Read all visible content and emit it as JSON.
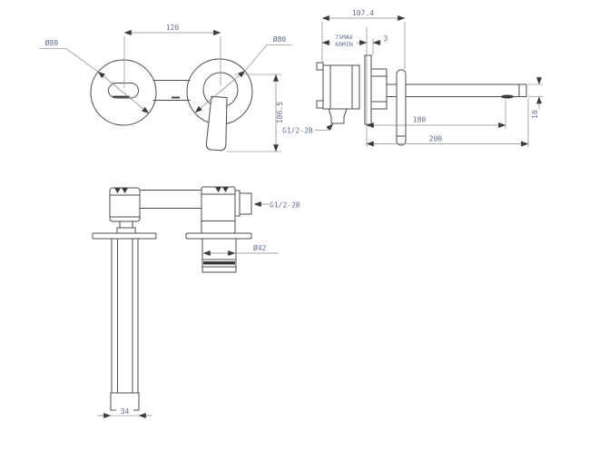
{
  "drawing": {
    "title": "wall-mounted basin mixer technical drawing",
    "labels": {
      "front_center_distance": "120",
      "front_dia_left": "Ø80",
      "front_dia_right": "Ø80",
      "front_handle_height": "106.5",
      "side_overall_depth": "107.4",
      "side_wall_max": "75MAX",
      "side_wall_min": "60MIN",
      "side_plate_gap": "3",
      "side_reach_aerator": "180",
      "side_reach_total": "200",
      "side_spout_height": "16",
      "side_inlet_thread": "G1/2-2B",
      "bottom_outlet_thread": "G1/2-2B",
      "bottom_cartridge_dia": "Ø42",
      "bottom_handle_width": "34"
    },
    "colors": {
      "background": "#ffffff",
      "geometry_line": "#4c4c4c",
      "dimension_line": "#9a9a9a",
      "arrowhead": "#3a3a3a",
      "dimension_text": "#5d6d91"
    }
  }
}
